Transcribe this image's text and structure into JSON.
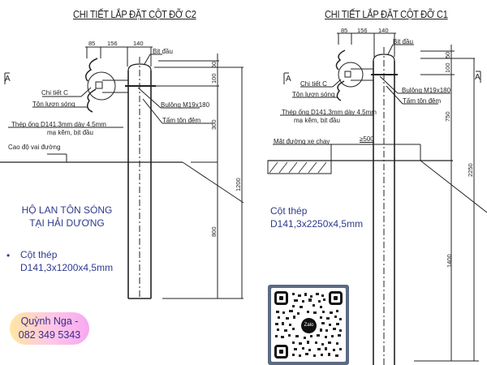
{
  "left_drawing": {
    "title": "CHI TIẾT LẮP ĐẶT CỘT ĐỠ C2",
    "dims_top": [
      "85",
      "156",
      "140"
    ],
    "labels": {
      "bit_dau": "Bịt đầu",
      "chi_tiet_c": "Chi tiết C",
      "ton_luon_song": "Tôn lượn sóng",
      "buloong": "Bulông M19x180",
      "tam_ton_dem": "Tấm tôn đệm",
      "thep_ong_1": "Thép ống D141.3mm dày 4.5mm",
      "thep_ong_2": "mạ kẽm, bịt đầu",
      "cao_do": "Cao độ vai đường",
      "section": "A"
    },
    "dims_vertical": [
      "50",
      "100",
      "300",
      "1200",
      "800"
    ]
  },
  "right_drawing": {
    "title": "CHI TIẾT LẮP ĐẶT CỘT ĐỠ C1",
    "dims_top": [
      "85",
      "156",
      "140"
    ],
    "labels": {
      "bit_dau": "Bịt đầu",
      "chi_tiet_c": "Chi tiết C",
      "ton_luon_song": "Tôn lượn sóng",
      "buloong": "Bulông M19x180",
      "tam_ton_dem": "Tấm tôn đệm",
      "thep_ong_1": "Thép ống D141.3mm dày 4.5mm",
      "thep_ong_2": "mạ kẽm, bịt đầu",
      "mat_duong": "Mặt đường xe chạy",
      "offset": "≥500",
      "section_left": "A",
      "section_right": "A"
    },
    "dims_vertical": [
      "50",
      "100",
      "750",
      "2250",
      "1400"
    ]
  },
  "overlay": {
    "heading_line1": "HỘ LAN TÔN SÓNG",
    "heading_line2": "TẠI HẢI DƯƠNG",
    "bullet_line1": "Cột thép",
    "bullet_line2": "D141,3x1200x4,5mm",
    "right_line1": "Cột thép",
    "right_line2": "D141,3x2250x4,5mm",
    "contact_name": "Quỳnh Nga -",
    "contact_phone": "082 349 5343",
    "qr_logo": "Zalo",
    "text_color": "#2e3a8c",
    "contact_gradient": [
      "#ffe7a0",
      "#f6a8f2"
    ]
  }
}
